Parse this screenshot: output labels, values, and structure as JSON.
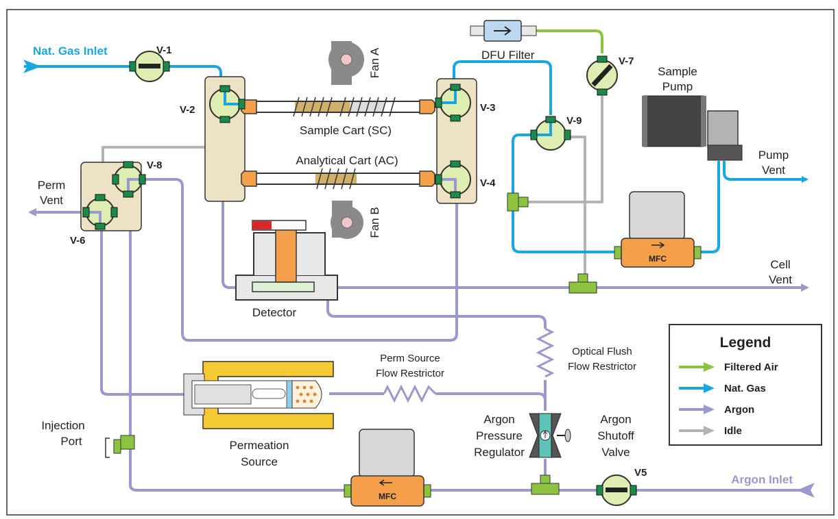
{
  "colors": {
    "filtered_air": "#8cc43f",
    "nat_gas": "#1aa6e0",
    "argon": "#9a98cc",
    "idle": "#b3b3b3",
    "manifold": "#eee2c4",
    "valve_fill": "#ddeeb0",
    "mfc": "#f4a04a",
    "permeation": "#f7c933"
  },
  "labels": {
    "nat_gas_inlet": "Nat. Gas Inlet",
    "argon_inlet": "Argon Inlet",
    "dfu_filter": "DFU Filter",
    "sample_pump_1": "Sample",
    "sample_pump_2": "Pump",
    "pump_vent_1": "Pump",
    "pump_vent_2": "Vent",
    "perm_vent_1": "Perm",
    "perm_vent_2": "Vent",
    "cell_vent_1": "Cell",
    "cell_vent_2": "Vent",
    "fan_a": "Fan A",
    "fan_b": "Fan B",
    "sample_cart": "Sample Cart (SC)",
    "analytical_cart": "Analytical Cart (AC)",
    "detector": "Detector",
    "optical_flush_1": "Optical Flush",
    "optical_flush_2": "Flow Restrictor",
    "perm_restrictor_1": "Perm Source",
    "perm_restrictor_2": "Flow Restrictor",
    "argon_reg_1": "Argon",
    "argon_reg_2": "Pressure",
    "argon_reg_3": "Regulator",
    "argon_shutoff_1": "Argon",
    "argon_shutoff_2": "Shutoff",
    "argon_shutoff_3": "Valve",
    "permeation_1": "Permeation",
    "permeation_2": "Source",
    "injection_1": "Injection",
    "injection_2": "Port",
    "mfc": "MFC"
  },
  "valves": {
    "v1": "V-1",
    "v2": "V-2",
    "v3": "V-3",
    "v4": "V-4",
    "v5": "V5",
    "v6": "V-6",
    "v7": "V-7",
    "v8": "V-8",
    "v9": "V-9"
  },
  "legend": {
    "title": "Legend",
    "items": [
      {
        "label": "Filtered Air",
        "color": "#8cc43f"
      },
      {
        "label": "Nat. Gas",
        "color": "#1aa6e0"
      },
      {
        "label": "Argon",
        "color": "#9a98cc"
      },
      {
        "label": "Idle",
        "color": "#b3b3b3"
      }
    ]
  }
}
